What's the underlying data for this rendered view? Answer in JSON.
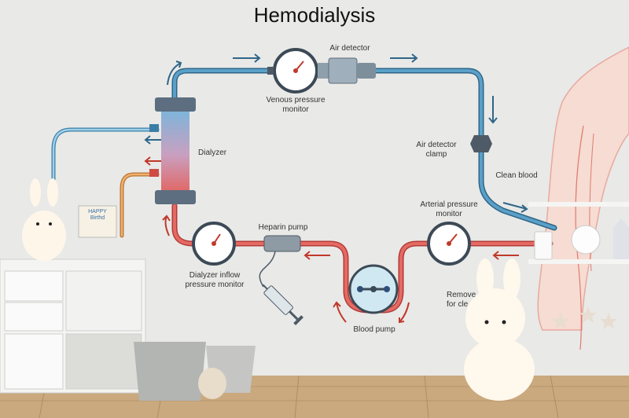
{
  "title": "Hemodialysis",
  "labels": {
    "air_detector": "Air detector",
    "venous_pressure_monitor": "Venous pressure\nmonitor",
    "dialyzer": "Dialyzer",
    "air_detector_clamp": "Air detector\nclamp",
    "clean_blood": "Clean blood",
    "arterial_pressure_monitor": "Arterial pressure\nmonitor",
    "heparin_pump": "Heparin pump",
    "dialyzer_inflow_pressure_monitor": "Dialyzer inflow\npressure monitor",
    "blood_pump": "Blood pump",
    "removed_blood": "Remove\nfor cle"
  },
  "decor": {
    "birthday_card": "HAPPY\nBirthd"
  },
  "colors": {
    "venous_line": "#3f7fa6",
    "arterial_line": "#d9534f",
    "dialysate_in": "#e0944f",
    "dialysate_out": "#5b9fc4",
    "wall": "#e9e9e7",
    "floor": "#c9a87c"
  }
}
